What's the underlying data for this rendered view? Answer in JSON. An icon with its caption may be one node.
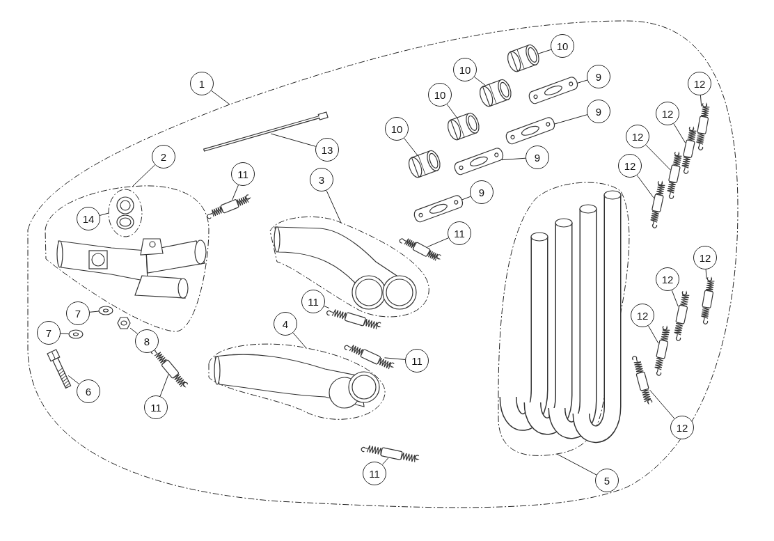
{
  "diagram": {
    "nodes": [
      {
        "text": [
          "1"
        ]
      },
      {
        "text": [],
        "shape": "outline"
      },
      {
        "text": [
          "2"
        ],
        "in": 1
      },
      {
        "text": [],
        "shape": "outline",
        "in": 1
      },
      {
        "text": [
          "14"
        ],
        "in": 3
      },
      {
        "text": [],
        "shape": "outline",
        "in": 3
      },
      {
        "text": [],
        "shape": "picture",
        "in": 5
      },
      {
        "text": [],
        "shape": "picture",
        "in": 3
      },
      {
        "text": [
          "3"
        ],
        "in": 1
      },
      {
        "text": [],
        "shape": "outline",
        "in": 1
      },
      {
        "text": [],
        "shape": "picture",
        "in": 9
      },
      {
        "text": [
          "4"
        ],
        "in": 1
      },
      {
        "text": [],
        "shape": "outline",
        "in": 1
      },
      {
        "text": [],
        "shape": "picture",
        "in": 12
      },
      {
        "text": [
          "5"
        ],
        "in": 1
      },
      {
        "text": [],
        "shape": "outline",
        "in": 1
      },
      {
        "text": [],
        "shape": "picture",
        "in": 15
      },
      {
        "text": [
          "13"
        ],
        "in": 1
      },
      {
        "text": [],
        "shape": "picture",
        "in": 1
      },
      {
        "text": [
          "7"
        ],
        "in": 1
      },
      {
        "text": [],
        "shape": "picture",
        "in": 1
      },
      {
        "text": [
          "7"
        ],
        "in": 1
      },
      {
        "text": [],
        "shape": "picture",
        "in": 1
      },
      {
        "text": [
          "8"
        ],
        "in": 1
      },
      {
        "text": [],
        "shape": "picture",
        "in": 1
      },
      {
        "text": [
          "6"
        ],
        "in": 1
      },
      {
        "text": [],
        "shape": "picture",
        "in": 1
      },
      {
        "text": [
          "11"
        ],
        "in": 1
      },
      {
        "text": [],
        "shape": "picture",
        "in": 1
      },
      {
        "text": [
          "11"
        ],
        "in": 1
      },
      {
        "text": [],
        "shape": "picture",
        "in": 1
      },
      {
        "text": [
          "11"
        ],
        "in": 1
      },
      {
        "text": [],
        "shape": "picture",
        "in": 1
      },
      {
        "text": [
          "11"
        ],
        "in": 1
      },
      {
        "text": [],
        "shape": "picture",
        "in": 1
      },
      {
        "text": [
          "11"
        ],
        "in": 1
      },
      {
        "text": [],
        "shape": "picture",
        "in": 1
      },
      {
        "text": [
          "11"
        ],
        "in": 1
      },
      {
        "text": [],
        "shape": "picture",
        "in": 1
      },
      {
        "text": [
          "10"
        ],
        "in": 1
      },
      {
        "text": [],
        "shape": "picture",
        "in": 1
      },
      {
        "text": [
          "10"
        ],
        "in": 1
      },
      {
        "text": [],
        "shape": "picture",
        "in": 1
      },
      {
        "text": [
          "10"
        ],
        "in": 1
      },
      {
        "text": [],
        "shape": "picture",
        "in": 1
      },
      {
        "text": [
          "10"
        ],
        "in": 1
      },
      {
        "text": [],
        "shape": "picture",
        "in": 1
      },
      {
        "text": [
          "9"
        ],
        "in": 1
      },
      {
        "text": [],
        "shape": "picture",
        "in": 1
      },
      {
        "text": [
          "9"
        ],
        "in": 1
      },
      {
        "text": [],
        "shape": "picture",
        "in": 1
      },
      {
        "text": [
          "9"
        ],
        "in": 1
      },
      {
        "text": [],
        "shape": "picture",
        "in": 1
      },
      {
        "text": [
          "9"
        ],
        "in": 1
      },
      {
        "text": [],
        "shape": "picture",
        "in": 1
      },
      {
        "text": [
          "12"
        ],
        "in": 1
      },
      {
        "text": [],
        "shape": "picture",
        "in": 1
      },
      {
        "text": [
          "12"
        ],
        "in": 1
      },
      {
        "text": [],
        "shape": "picture",
        "in": 1
      },
      {
        "text": [
          "12"
        ],
        "in": 1
      },
      {
        "text": [],
        "shape": "picture",
        "in": 1
      },
      {
        "text": [
          "12"
        ],
        "in": 1
      },
      {
        "text": [],
        "shape": "picture",
        "in": 1
      },
      {
        "text": [
          "12"
        ],
        "in": 1
      },
      {
        "text": [],
        "shape": "picture",
        "in": 1
      },
      {
        "text": [
          "12"
        ],
        "in": 1
      },
      {
        "text": [],
        "shape": "picture",
        "in": 1
      },
      {
        "text": [
          "12"
        ],
        "in": 1
      },
      {
        "text": [],
        "shape": "picture",
        "in": 1
      },
      {
        "text": [
          "12"
        ],
        "in": 1
      },
      {
        "text": [],
        "shape": "picture",
        "in": 1
      }
    ],
    "edges": [
      {
        "from": 0,
        "to": 1,
        "arrow": "none"
      },
      {
        "from": 2,
        "to": 3,
        "arrow": "none"
      },
      {
        "from": 4,
        "to": 5,
        "arrow": "none"
      },
      {
        "from": 8,
        "to": 9,
        "arrow": "none"
      },
      {
        "from": 11,
        "to": 12,
        "arrow": "none"
      },
      {
        "from": 14,
        "to": 15,
        "arrow": "none"
      },
      {
        "from": 17,
        "to": 18,
        "arrow": "none"
      },
      {
        "from": 19,
        "to": 20,
        "arrow": "none"
      },
      {
        "from": 21,
        "to": 22,
        "arrow": "none"
      },
      {
        "from": 23,
        "to": 24,
        "arrow": "none"
      },
      {
        "from": 25,
        "to": 26,
        "arrow": "none"
      },
      {
        "from": 27,
        "to": 28,
        "arrow": "none"
      },
      {
        "from": 29,
        "to": 30,
        "arrow": "none"
      },
      {
        "from": 31,
        "to": 32,
        "arrow": "none"
      },
      {
        "from": 33,
        "to": 34,
        "arrow": "none"
      },
      {
        "from": 35,
        "to": 36,
        "arrow": "none"
      },
      {
        "from": 37,
        "to": 38,
        "arrow": "none"
      },
      {
        "from": 39,
        "to": 40,
        "arrow": "none"
      },
      {
        "from": 41,
        "to": 42,
        "arrow": "none"
      },
      {
        "from": 43,
        "to": 44,
        "arrow": "none"
      },
      {
        "from": 45,
        "to": 46,
        "arrow": "none"
      },
      {
        "from": 47,
        "to": 48,
        "arrow": "none"
      },
      {
        "from": 49,
        "to": 50,
        "arrow": "none"
      },
      {
        "from": 51,
        "to": 52,
        "arrow": "none"
      },
      {
        "from": 53,
        "to": 54,
        "arrow": "none"
      },
      {
        "from": 55,
        "to": 56,
        "arrow": "none"
      },
      {
        "from": 57,
        "to": 58,
        "arrow": "none"
      },
      {
        "from": 59,
        "to": 60,
        "arrow": "none"
      },
      {
        "from": 61,
        "to": 62,
        "arrow": "none"
      },
      {
        "from": 63,
        "to": 64,
        "arrow": "none"
      },
      {
        "from": 65,
        "to": 66,
        "arrow": "none"
      },
      {
        "from": 67,
        "to": 68,
        "arrow": "none"
      },
      {
        "from": 69,
        "to": 70,
        "arrow": "none"
      }
    ]
  }
}
